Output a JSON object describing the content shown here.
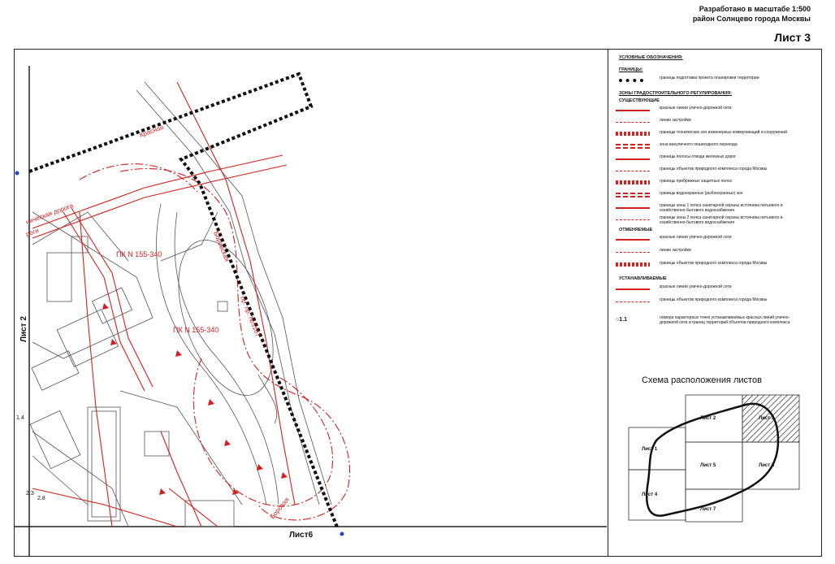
{
  "header": {
    "scale_text": "Разработано в масштабе 1:500",
    "district_text": "район Солнцево города Москвы",
    "sheet_title": "Лист 3"
  },
  "map": {
    "sheet_left": "Лист 2",
    "sheet_bottom": "Лист6",
    "pk_label_1": "ПК N 155-340",
    "pk_label_2": "ПК N 155-340",
    "street_labels": [
      "Красная",
      "ническая дорога",
      "роги",
      "Боровская",
      "пр. пр. №5167",
      "Боровая"
    ],
    "point_labels": [
      "1.4",
      "2.3",
      "2.8"
    ]
  },
  "legend": {
    "title": "УСЛОВНЫЕ ОБОЗНАЧЕНИЯ:",
    "section_borders": "ГРАНИЦЫ:",
    "item_project_border": "границы подготовки проекта планировки территории",
    "section_zones": "ЗОНЫ ГРАДОСТРОИТЕЛЬНОГО РЕГУЛИРОВАНИЯ:",
    "section_existing": "СУЩЕСТВУЮЩИЕ",
    "existing_items": [
      "красные линии улично-дорожной сети",
      "линии застройки",
      "границы технических зон инженерных коммуникаций и сооружений",
      "зона внеуличного пешеходного перехода",
      "границы полосы отвода железных дорог",
      "границы объектов природного комплекса города Москвы",
      "границы прибрежных защитных полос",
      "границы водоохранных (рыбоохранных) зон",
      "границы зоны 1 пояса санитарной охраны источника питьевого и хозяйственно-бытового водоснабжения",
      "границы зоны 2 пояса санитарной охраны источника питьевого и хозяйственно-бытового водоснабжения"
    ],
    "section_cancelled": "ОТМЕНЯЕМЫЕ",
    "cancelled_items": [
      "красные линии улично-дорожной сети",
      "линии застройки",
      "границы объектов природного комплекса города Москвы"
    ],
    "section_established": "УСТАНАВЛИВАЕМЫЕ",
    "established_items": [
      "красные линии улично-дорожной сети",
      "границы объектов природного комплекса города Москвы"
    ],
    "point_symbol_label": "1.1",
    "point_symbol_text": "номера характерных точек устанавливаемых красных линий улично-дорожной сети и границ территорий объектов природного комплекса"
  },
  "mini_map": {
    "title": "Схема расположения листов",
    "sheets": [
      "Лист 1",
      "Лист 2",
      "Лист 3",
      "Лист 4",
      "Лист 5",
      "Лист 6",
      "Лист 7"
    ]
  },
  "colors": {
    "red_line": "#d42020",
    "black": "#111111",
    "blue_point": "#2244cc"
  }
}
